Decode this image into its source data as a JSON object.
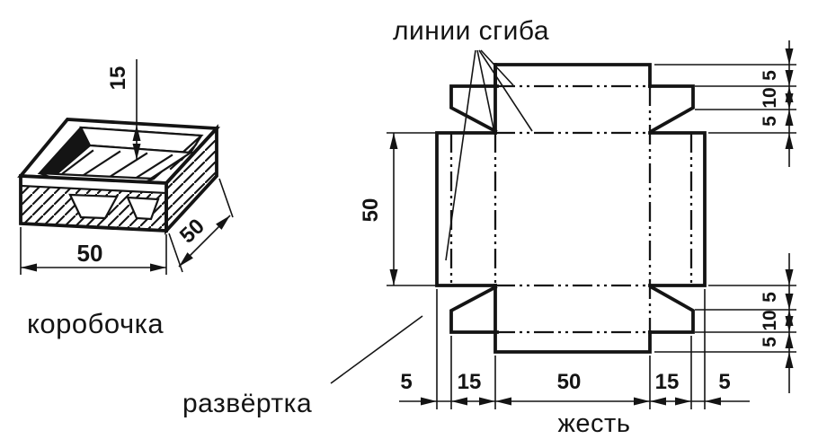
{
  "labels": {
    "fold_lines": "линии сгиба",
    "box_caption": "коробочка",
    "development_caption": "развёртка",
    "material_caption": "жесть"
  },
  "box_view": {
    "height": "15",
    "width": "50",
    "depth": "50"
  },
  "development_view": {
    "side_height": "50",
    "bottom_dims": [
      "5",
      "15",
      "50",
      "15",
      "5"
    ],
    "top_right_dims": [
      "5",
      "10",
      "5"
    ],
    "bottom_right_dims": [
      "5",
      "10",
      "5"
    ]
  },
  "style": {
    "ink": "#141414",
    "paper": "#ffffff"
  }
}
